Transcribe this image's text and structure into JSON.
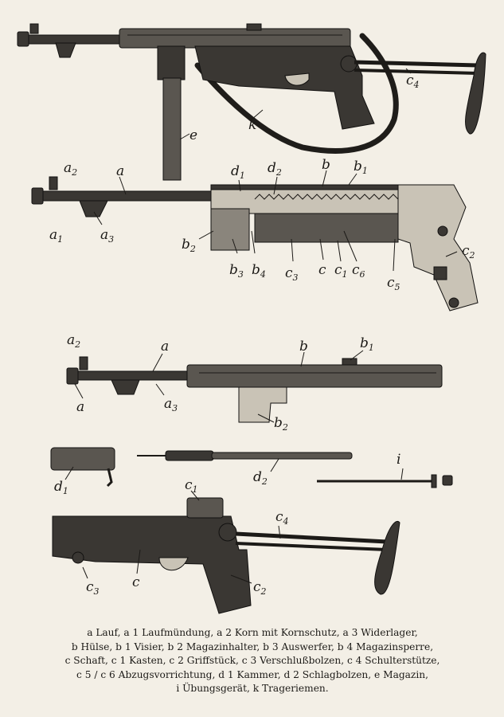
{
  "figures": [
    {
      "id": "assembled",
      "labels": [
        {
          "base": "e",
          "sub": ""
        },
        {
          "base": "k",
          "sub": ""
        },
        {
          "base": "c",
          "sub": "4"
        }
      ]
    },
    {
      "id": "cutaway",
      "labels": [
        {
          "base": "a",
          "sub": "2"
        },
        {
          "base": "a",
          "sub": ""
        },
        {
          "base": "d",
          "sub": "1"
        },
        {
          "base": "d",
          "sub": "2"
        },
        {
          "base": "b",
          "sub": ""
        },
        {
          "base": "b",
          "sub": "1"
        },
        {
          "base": "a",
          "sub": "1"
        },
        {
          "base": "a",
          "sub": "3"
        },
        {
          "base": "b",
          "sub": "2"
        },
        {
          "base": "b",
          "sub": "3"
        },
        {
          "base": "b",
          "sub": "4"
        },
        {
          "base": "c",
          "sub": "3"
        },
        {
          "base": "c",
          "sub": ""
        },
        {
          "base": "c",
          "sub": "1"
        },
        {
          "base": "c",
          "sub": "6"
        },
        {
          "base": "c",
          "sub": "5"
        },
        {
          "base": "c",
          "sub": "2"
        }
      ]
    },
    {
      "id": "barrel-receiver",
      "labels": [
        {
          "base": "a",
          "sub": "2"
        },
        {
          "base": "a",
          "sub": ""
        },
        {
          "base": "b",
          "sub": ""
        },
        {
          "base": "b",
          "sub": "1"
        },
        {
          "base": "a",
          "sub": ""
        },
        {
          "base": "a",
          "sub": "3"
        },
        {
          "base": "b",
          "sub": "2"
        }
      ]
    },
    {
      "id": "bolt-parts",
      "labels": [
        {
          "base": "i",
          "sub": ""
        },
        {
          "base": "d",
          "sub": "1"
        },
        {
          "base": "d",
          "sub": "2"
        }
      ]
    },
    {
      "id": "lower-frame",
      "labels": [
        {
          "base": "c",
          "sub": "1"
        },
        {
          "base": "c",
          "sub": "4"
        },
        {
          "base": "c",
          "sub": "3"
        },
        {
          "base": "c",
          "sub": ""
        },
        {
          "base": "c",
          "sub": "2"
        }
      ]
    }
  ],
  "legend": {
    "lines": [
      "a Lauf, a 1 Laufmündung, a 2 Korn mit Kornschutz, a 3 Widerlager,",
      "b Hülse, b 1 Visier, b 2 Magazinhalter, b 3 Auswerfer, b 4 Magazinsperre,",
      "c Schaft, c 1 Kasten, c 2 Griffstück, c 3 Verschlußbolzen, c 4 Schulterstütze,",
      "c 5 / c 6 Abzugsvorrichtung, d 1 Kammer, d 2 Schlagbolzen, e Magazin,",
      "i Übungsgerät, k Trageriemen."
    ]
  }
}
